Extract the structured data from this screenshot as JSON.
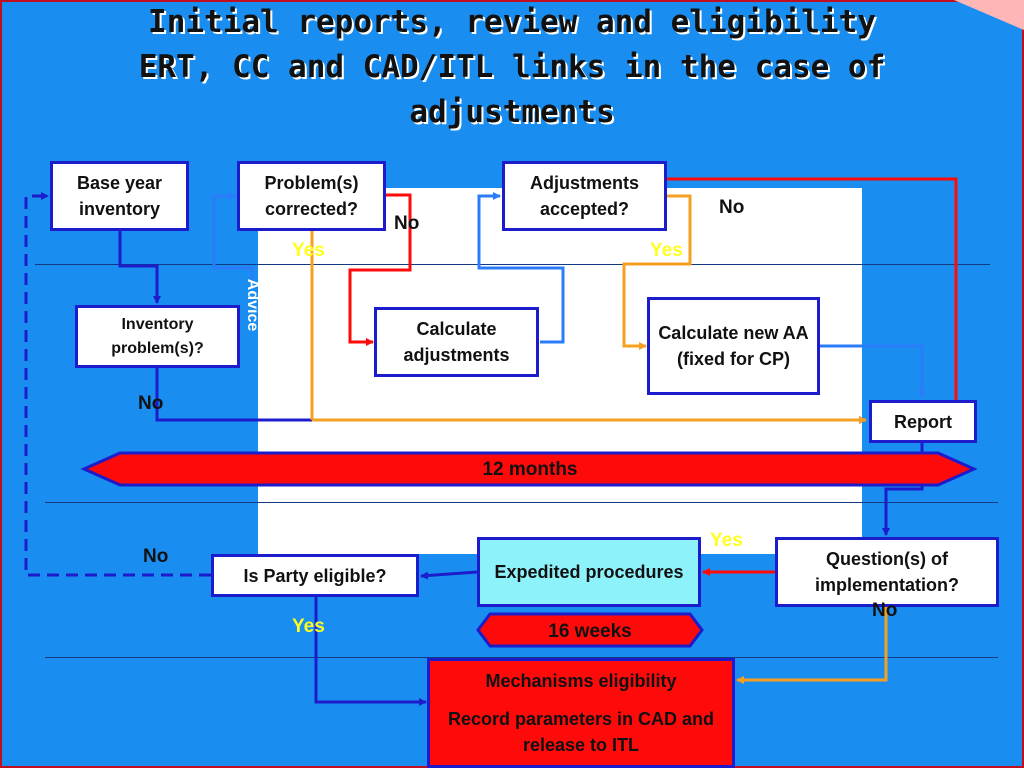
{
  "title": {
    "line1": "Initial reports, review and eligibility",
    "line2": "ERT, CC and CAD/ITL links in the case of",
    "line3": "adjustments"
  },
  "boxes": {
    "base_year_inventory": "Base year inventory",
    "problems_corrected": "Problem(s) corrected?",
    "adjustments_accepted": "Adjustments accepted?",
    "inventory_problems": "Inventory problem(s)?",
    "calculate_adjustments": "Calculate adjustments",
    "calculate_new_aa": "Calculate new AA (fixed for CP)",
    "report": "Report",
    "is_party_eligible": "Is Party eligible?",
    "expedited_procedures": "Expedited procedures",
    "questions_of_implementation": "Question(s) of implementation?",
    "mechanisms_eligibility": "Mechanisms eligibility",
    "record_parameters": "Record parameters in CAD and release to ITL"
  },
  "labels": {
    "no": "No",
    "yes": "Yes",
    "advice": "Advice"
  },
  "arrows": {
    "twelve_months": "12 months",
    "sixteen_weeks": "16 weeks"
  },
  "colors": {
    "background": "#1a8ef0",
    "box_border": "#1c1ccc",
    "arrow_red": "#ff0a0a",
    "arrow_orange": "#f5a020",
    "yes_label": "#ffff20",
    "expedited_fill": "#8ef2fa"
  }
}
